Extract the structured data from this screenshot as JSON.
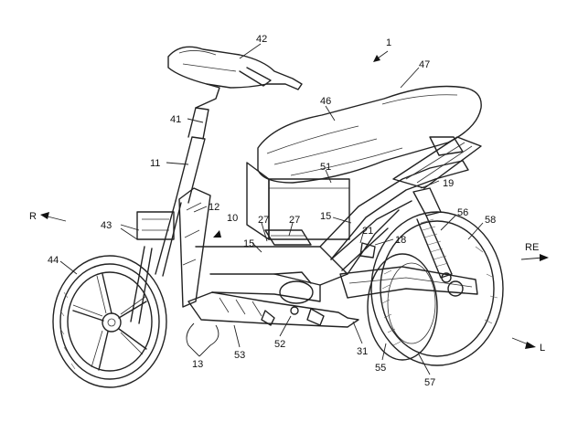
{
  "labels": {
    "l1": "1",
    "l42": "42",
    "l47": "47",
    "l46": "46",
    "l41": "41",
    "l11": "11",
    "l51": "51",
    "l19": "19",
    "l12": "12",
    "l10": "10",
    "l27a": "27",
    "l27b": "27",
    "l15a": "15",
    "l15b": "15",
    "l21": "21",
    "l18": "18",
    "l56": "56",
    "l58": "58",
    "l43": "43",
    "l44": "44",
    "l13": "13",
    "l53": "53",
    "l52": "52",
    "l31": "31",
    "l55": "55",
    "l57": "57"
  },
  "directions": {
    "left_r": "R",
    "right_re": "RE",
    "right_l": "L"
  },
  "colors": {
    "line": "#222222",
    "background": "#ffffff"
  }
}
